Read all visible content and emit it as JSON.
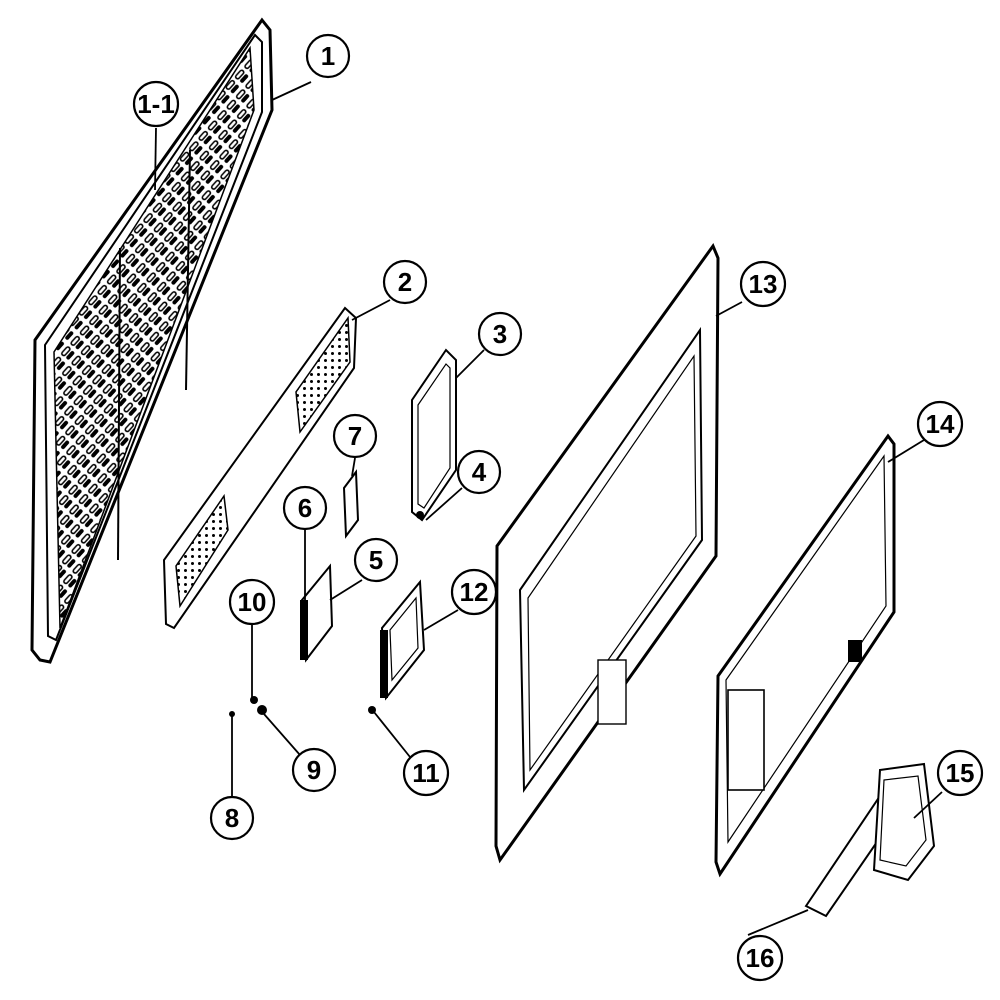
{
  "callouts": {
    "c1": "1",
    "c1_1": "1-1",
    "c2": "2",
    "c3": "3",
    "c4": "4",
    "c5": "5",
    "c6": "6",
    "c7": "7",
    "c8": "8",
    "c9": "9",
    "c10": "10",
    "c11": "11",
    "c12": "12",
    "c13": "13",
    "c14": "14",
    "c15": "15",
    "c16": "16"
  }
}
